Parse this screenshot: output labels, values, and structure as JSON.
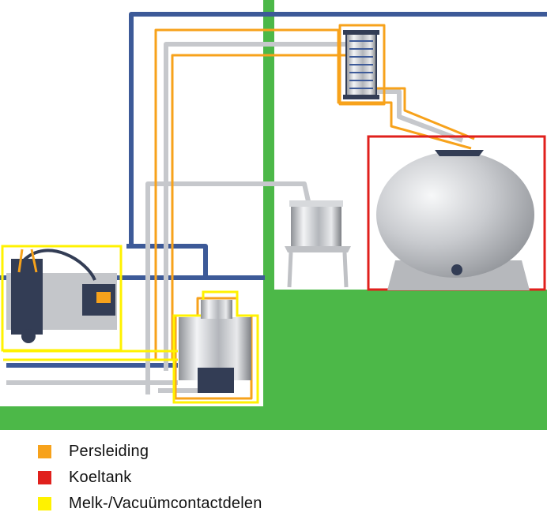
{
  "colors": {
    "persleiding": "#f7a21b",
    "koeltank": "#e0201c",
    "contactdelen": "#fff200",
    "floor": "#4cb848",
    "pipe_blue": "#3d5a98",
    "pipe_grey": "#c6c8cc",
    "device_dark": "#333d55"
  },
  "legend": [
    {
      "label": "Persleiding",
      "color": "#f7a21b"
    },
    {
      "label": "Koeltank",
      "color": "#e0201c"
    },
    {
      "label": "Melk-/Vacuümcontactdelen",
      "color": "#fff200"
    }
  ]
}
